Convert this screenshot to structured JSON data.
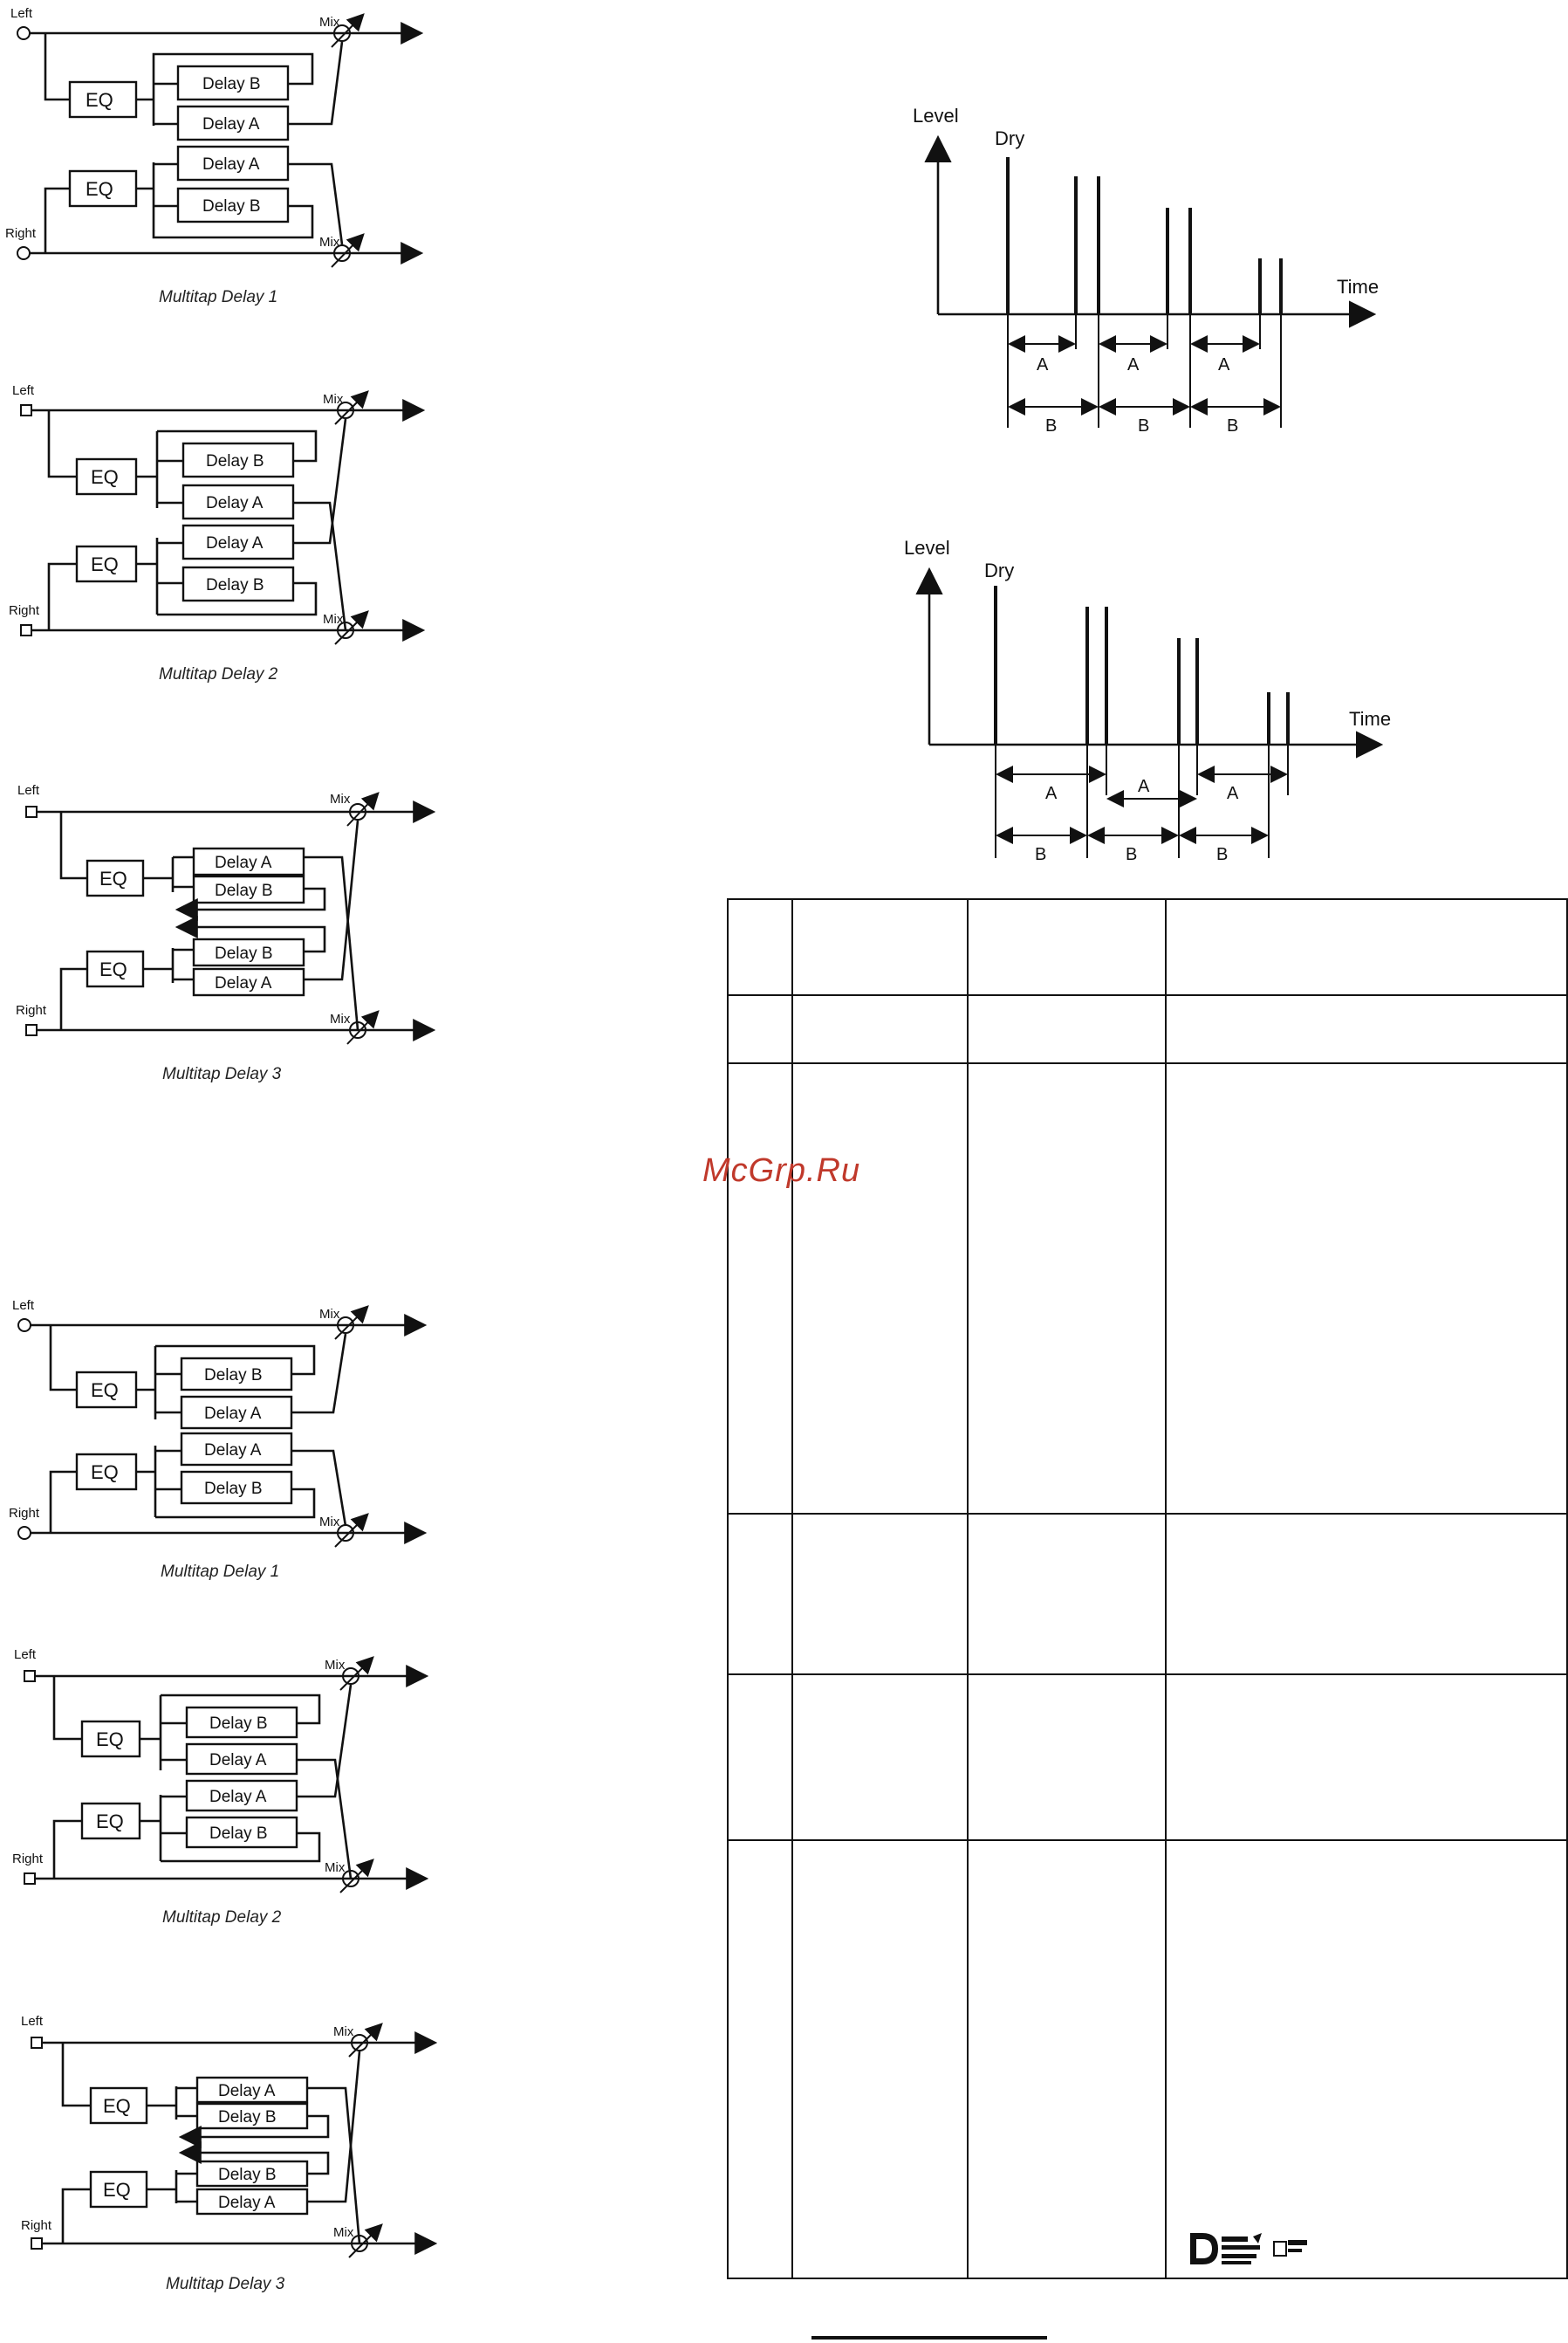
{
  "watermark": "McGrp.Ru",
  "diagrams": [
    {
      "caption": "Multitap Delay 1",
      "left": "Left",
      "right": "Right",
      "mix": "Mix",
      "eq": "EQ",
      "top_boxes": [
        "Delay B",
        "Delay A"
      ],
      "bot_boxes": [
        "Delay A",
        "Delay B"
      ]
    },
    {
      "caption": "Multitap Delay 2",
      "left": "Left",
      "right": "Right",
      "mix": "Mix",
      "eq": "EQ",
      "top_boxes": [
        "Delay B",
        "Delay A"
      ],
      "bot_boxes": [
        "Delay A",
        "Delay B"
      ]
    },
    {
      "caption": "Multitap Delay 3",
      "left": "Left",
      "right": "Right",
      "mix": "Mix",
      "eq": "EQ",
      "top_boxes": [
        "Delay A",
        "Delay B"
      ],
      "bot_boxes": [
        "Delay B",
        "Delay A"
      ]
    },
    {
      "caption": "Multitap Delay 1",
      "left": "Left",
      "right": "Right",
      "mix": "Mix",
      "eq": "EQ",
      "top_boxes": [
        "Delay B",
        "Delay A"
      ],
      "bot_boxes": [
        "Delay A",
        "Delay B"
      ]
    },
    {
      "caption": "Multitap Delay 2",
      "left": "Left",
      "right": "Right",
      "mix": "Mix",
      "eq": "EQ",
      "top_boxes": [
        "Delay B",
        "Delay A"
      ],
      "bot_boxes": [
        "Delay A",
        "Delay B"
      ]
    },
    {
      "caption": "Multitap Delay 3",
      "left": "Left",
      "right": "Right",
      "mix": "Mix",
      "eq": "EQ",
      "top_boxes": [
        "Delay A",
        "Delay B"
      ],
      "bot_boxes": [
        "Delay B",
        "Delay A"
      ]
    }
  ],
  "timing_charts": [
    {
      "ylabel": "Level",
      "xlabel": "Time",
      "dry": "Dry",
      "a_label": "A",
      "b_label": "B"
    },
    {
      "ylabel": "Level",
      "xlabel": "Time",
      "dry": "Dry",
      "a_label": "A",
      "b_label": "B"
    }
  ]
}
